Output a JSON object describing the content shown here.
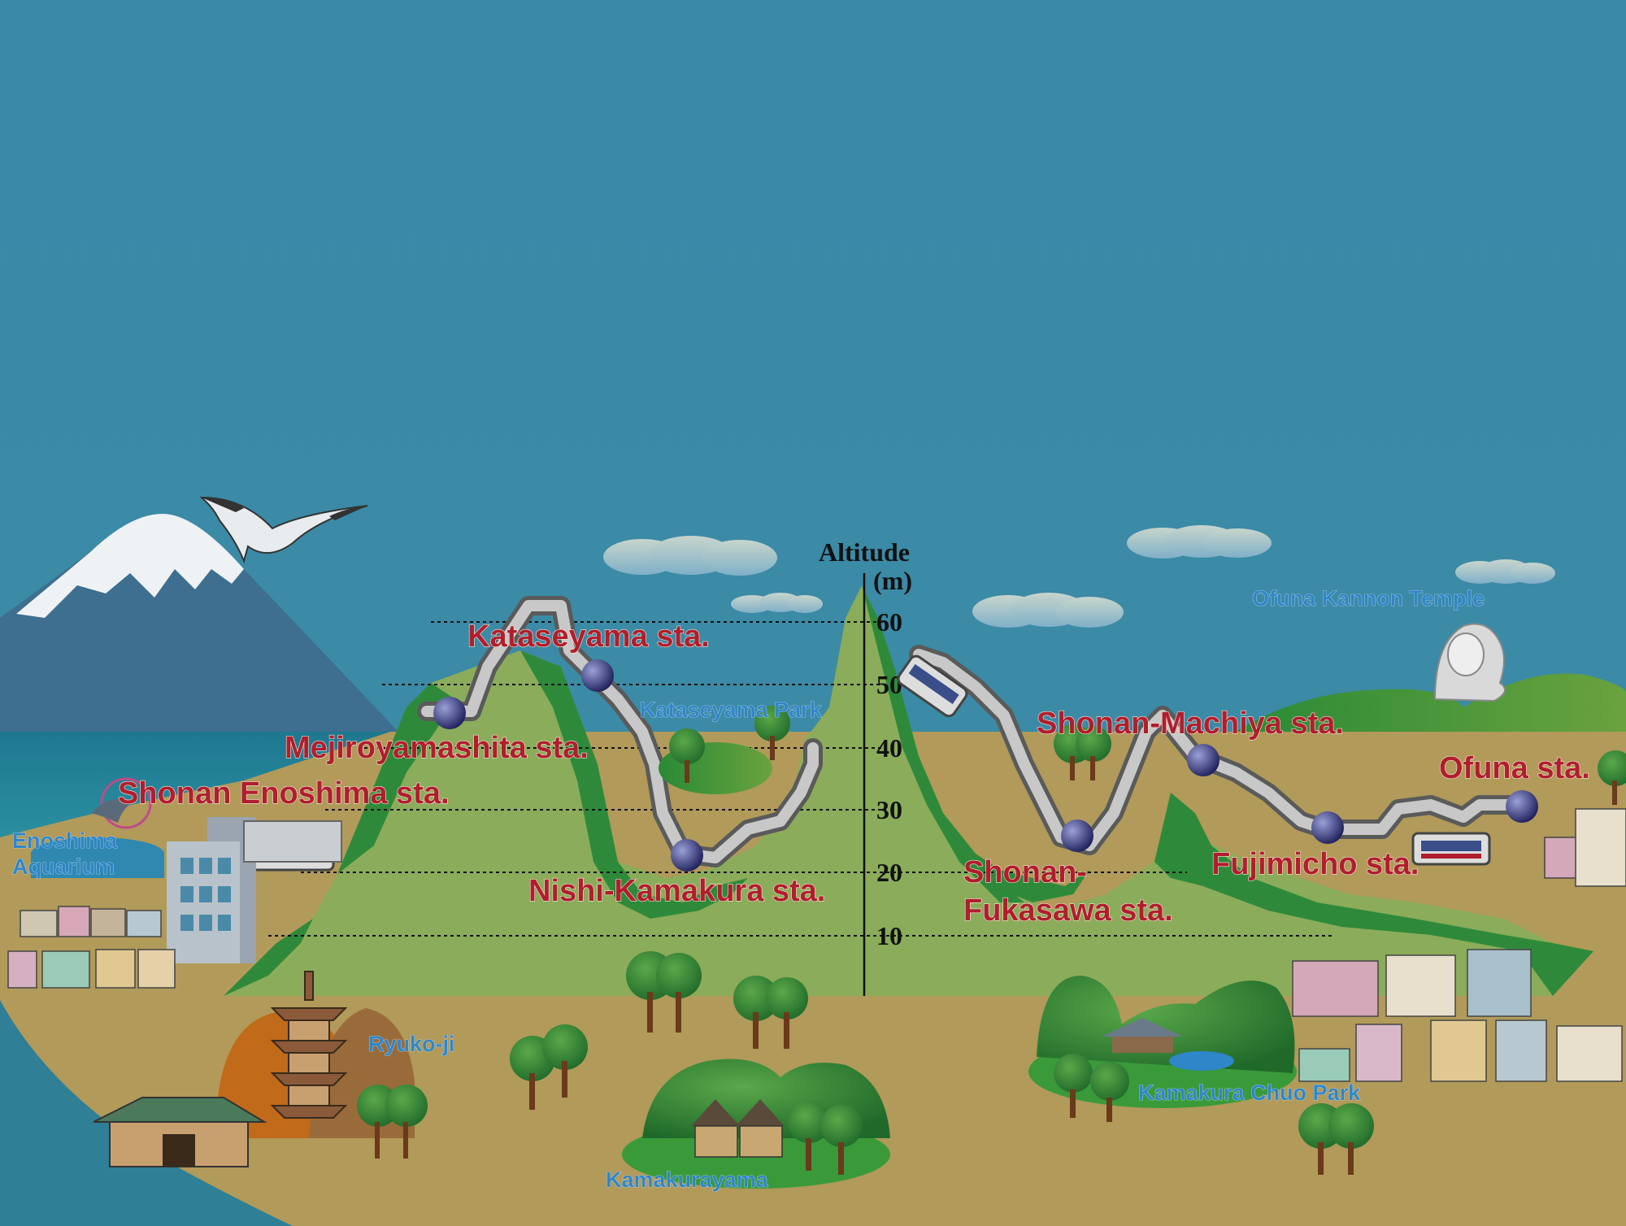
{
  "axis": {
    "title": "Altitude",
    "unit": "(m)",
    "ticks": [
      "60",
      "50",
      "40",
      "30",
      "20",
      "10"
    ]
  },
  "stations": [
    {
      "id": "ofuna",
      "name": "Ofuna sta."
    },
    {
      "id": "fujimicho",
      "name": "Fujimicho sta."
    },
    {
      "id": "shonan-machiya",
      "name": "Shonan-Machiya sta."
    },
    {
      "id": "shonan-fukasawa",
      "name_line1": "Shonan-",
      "name_line2": "Fukasawa sta."
    },
    {
      "id": "nishi-kamakura",
      "name": "Nishi-Kamakura sta."
    },
    {
      "id": "kataseyama",
      "name": "Kataseyama sta."
    },
    {
      "id": "mejiroyamashita",
      "name": "Mejiroyamashita sta."
    },
    {
      "id": "shonan-enoshima",
      "name": "Shonan Enoshima sta."
    }
  ],
  "landmarks": {
    "ofuna_kannon": "Ofuna Kannon Temple",
    "kataseyama_park": "Kataseyama Park",
    "aquarium_line1": "Enoshima",
    "aquarium_line2": "Aquarium",
    "ryuko_ji": "Ryuko-ji",
    "kamakurayama": "Kamakurayama",
    "chuo_park": "Kamakura Chuo Park"
  },
  "colors": {
    "sky_top": "#3a8aa8",
    "station_label": "#b01e2e",
    "landmark_label": "#2f86c8",
    "hill_green": "#2e8a3a",
    "hill_light": "#8bac5a",
    "ground": "#b19a5a",
    "sea": "#1f7c90"
  },
  "icons": [
    "mount-fuji-icon",
    "seagull-icon",
    "cloud-icon",
    "tree-icon",
    "monorail-car-icon",
    "pagoda-icon",
    "kannon-statue-icon",
    "house-icon",
    "dolphin-icon"
  ]
}
